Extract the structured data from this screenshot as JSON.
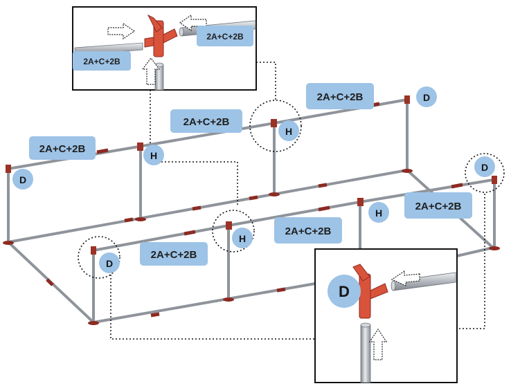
{
  "labels": {
    "pipe_set": "2A+C+2B",
    "connector_d": "D",
    "connector_h": "H"
  },
  "colors": {
    "label_fill": "#9dc3e6",
    "connector": "#d9533b",
    "pipe": "#a9adb3",
    "pipe_highlight": "#e6e8ec",
    "joint": "#8c2a22",
    "outline": "#000000"
  },
  "icons": [
    "arrow-icon"
  ]
}
